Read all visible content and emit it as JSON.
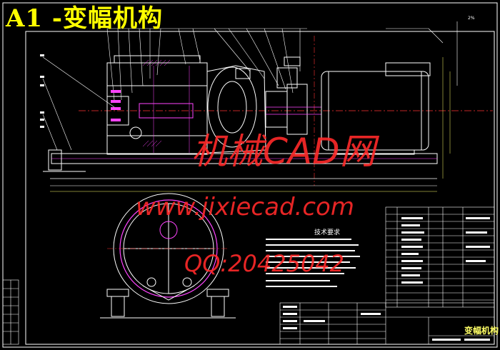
{
  "title": "A1 -变幅机构",
  "watermark": {
    "site_cn": "机械CAD网",
    "url": "www.jixiecad.com",
    "qq": "QQ:20425042"
  },
  "drawing": {
    "tech_requirements_title": "技术要求",
    "title_block_name": "变幅机构",
    "corner_note": "2%"
  },
  "colors": {
    "background": "#000000",
    "title": "#ffff00",
    "watermark": "#ff2a2a",
    "lines": "#ffffff",
    "center_lines": "#ff3333",
    "hatch": "#ff44ff",
    "dims": "#ffff66"
  }
}
